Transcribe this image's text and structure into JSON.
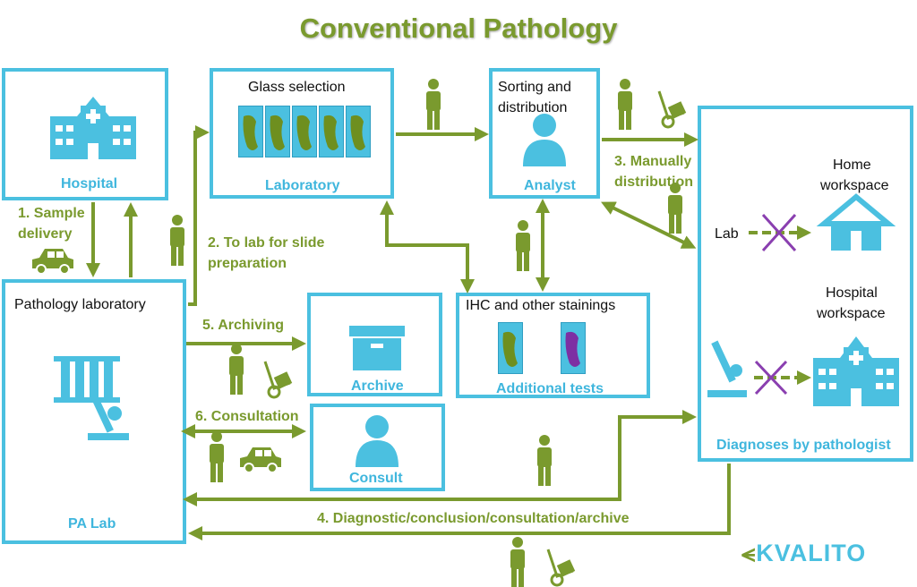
{
  "title": "Conventional Pathology",
  "boxes": {
    "hospital": "Hospital",
    "laboratory_heading": "Glass selection",
    "laboratory": "Laboratory",
    "analyst_heading_line1": "Sorting and",
    "analyst_heading_line2": "distribution",
    "analyst": "Analyst",
    "pathology_lab_heading": "Pathology laboratory",
    "pa_lab": "PA Lab",
    "archive": "Archive",
    "ihc_heading": "IHC and other stainings",
    "additional_tests": "Additional tests",
    "consult": "Consult",
    "pathologist": "Diagnoses by pathologist",
    "home_line1": "Home",
    "home_line2": "workspace",
    "lab": "Lab",
    "hospital_ws_line1": "Hospital",
    "hospital_ws_line2": "workspace"
  },
  "steps": {
    "s1_line1": "1. Sample",
    "s1_line2": "delivery",
    "s2_line1": "2. To lab for slide",
    "s2_line2": "preparation",
    "s3_line1": "3. Manually",
    "s3_line2": "distribution",
    "s4": "4. Diagnostic/conclusion/consultation/archive",
    "s5": "5. Archiving",
    "s6": "6. Consultation"
  },
  "logo": "KVALITO",
  "colors": {
    "accent_green": "#7a9a2e",
    "accent_blue": "#4bc0e0",
    "cross_purple": "#8a3fb0"
  }
}
